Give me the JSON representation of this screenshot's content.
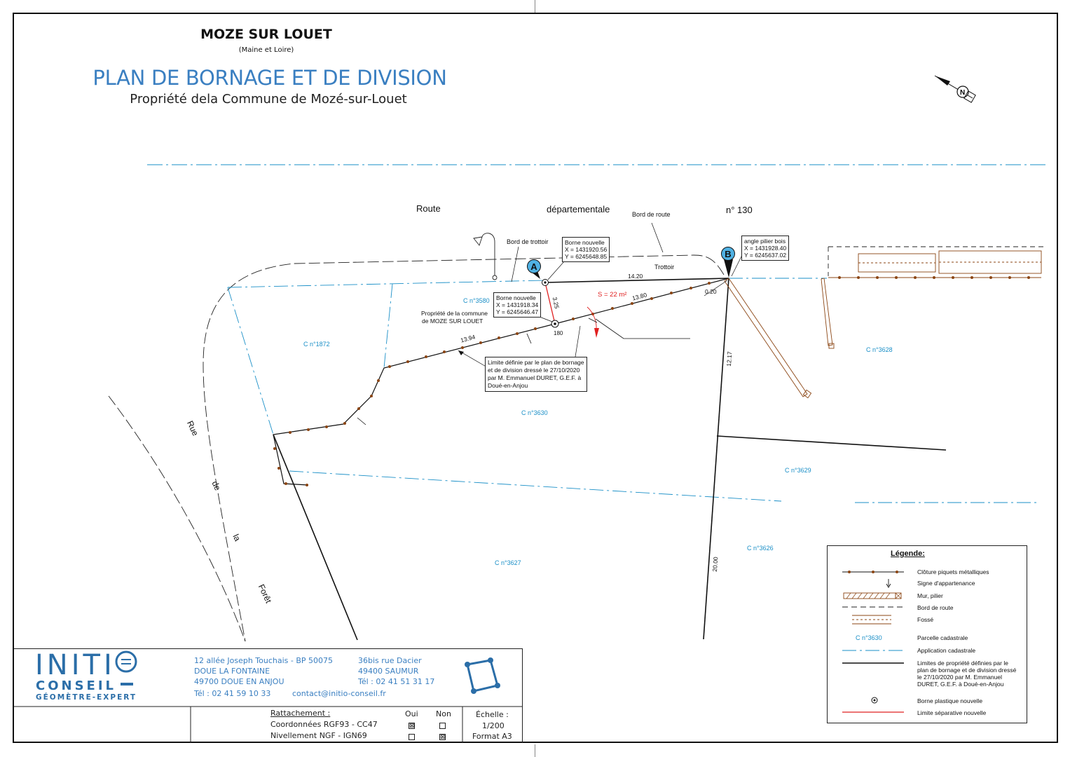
{
  "header": {
    "town": "MOZE SUR LOUET",
    "department": "(Maine et Loire)",
    "plan_title": "PLAN DE BORNAGE ET DE DIVISION",
    "subtitle": "Propriété dela Commune de Mozé-sur-Louet"
  },
  "map": {
    "road_words": [
      "Route",
      "départementale",
      "n° 130"
    ],
    "street_words": [
      "Rue",
      "de",
      "la",
      "Forêt"
    ],
    "labels": {
      "bord_route": "Bord de route",
      "bord_trottoir": "Bord de trottoir",
      "trottoir": "Trottoir",
      "owner": [
        "Propriété de la commune",
        "de MOZE SUR LOUET"
      ]
    },
    "parcels": [
      "C n°3580",
      "C n°1872",
      "C n°3630",
      "C n°3628",
      "C n°3629",
      "C n°3626",
      "C n°3627"
    ],
    "dimensions": {
      "d1": "14.20",
      "d2": "13.80",
      "d3": "13.94",
      "d4": "3.25",
      "d5": "0.20",
      "d6": "12.17",
      "d7": "20.00",
      "d8": "180"
    },
    "surface": "S = 22 m²",
    "markers": {
      "a": "A",
      "b": "B"
    },
    "boxes": {
      "borne_a_top": [
        "Borne nouvelle",
        "X = 1431920.56",
        "Y = 6245648.85"
      ],
      "borne_b": [
        "angle pilier bois",
        "X = 1431928.40",
        "Y = 6245637.02"
      ],
      "borne_a_low": [
        "Borne nouvelle",
        "X = 1431918.34",
        "Y = 6245646.47"
      ],
      "limite": [
        "Limite définie par le plan de bornage",
        "et de division dressé le 27/10/2020",
        "par M. Emmanuel DURET, G.E.F. à",
        "Doué-en-Anjou"
      ]
    }
  },
  "legend": {
    "title": "Légende:",
    "items": [
      "Clôture piquets métalliques",
      "Signe d'appartenance",
      "Mur, pilier",
      "Bord de route",
      "Fossé",
      "Parcelle cadastrale",
      "Application cadastrale",
      "Limites de propriété définies par le plan de bornage et de division dressé le 27/10/2020 par M. Emmanuel DURET, G.E.F. à Doué-en-Anjou",
      "Borne plastique nouvelle",
      "Limite séparative nouvelle"
    ],
    "parcel_sample": "C n°3630"
  },
  "cartouche": {
    "logo": {
      "initio": "INITI",
      "conseil": "CONSEIL",
      "geometre": "GÉOMÈTRE-EXPERT"
    },
    "office1": [
      "12 allée Joseph Touchais - BP 50075",
      "DOUE LA FONTAINE",
      "49700 DOUE EN ANJOU",
      "Tél : 02 41 59 10 33"
    ],
    "office2": [
      "36bis rue Dacier",
      "49400 SAUMUR",
      "Tél : 02 41 51 31 17"
    ],
    "email": "contact@initio-conseil.fr",
    "rattachement": {
      "heading": "Rattachement :",
      "oui": "Oui",
      "non": "Non",
      "rows": [
        {
          "label": "Coordonnées RGF93 - CC47",
          "oui": "⊠",
          "non": ""
        },
        {
          "label": "Nivellement NGF - IGN69",
          "oui": "",
          "non": "⊠"
        }
      ]
    },
    "echelle": {
      "label": "Échelle :",
      "value": "1/200",
      "format": "Format A3"
    }
  },
  "colors": {
    "title_blue": "#3a7fc1",
    "cadastre_blue": "#1a8fc7",
    "fence_brown": "#8b4513",
    "new_limit_red": "#e02020",
    "marker_blue": "#4fb1e3"
  }
}
